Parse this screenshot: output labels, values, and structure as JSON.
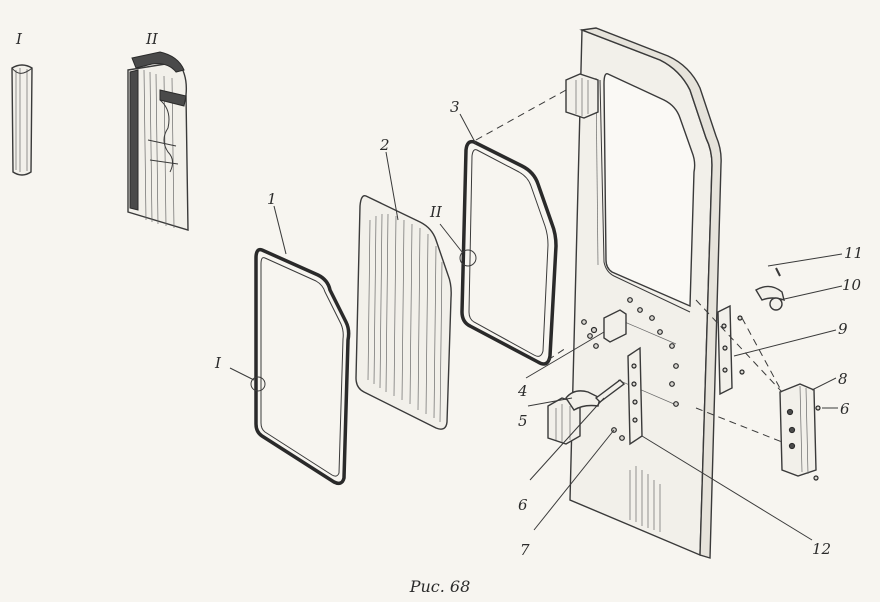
{
  "caption": "Рис. 68",
  "labels": {
    "detail_I_top": "I",
    "detail_II_top": "II",
    "callout_I": "I",
    "callout_II": "II",
    "p1": "1",
    "p2": "2",
    "p3": "3",
    "p4": "4",
    "p5": "5",
    "p6a": "6",
    "p6b": "6",
    "p7": "7",
    "p8": "8",
    "p9": "9",
    "p10": "10",
    "p11": "11",
    "p12": "12"
  }
}
